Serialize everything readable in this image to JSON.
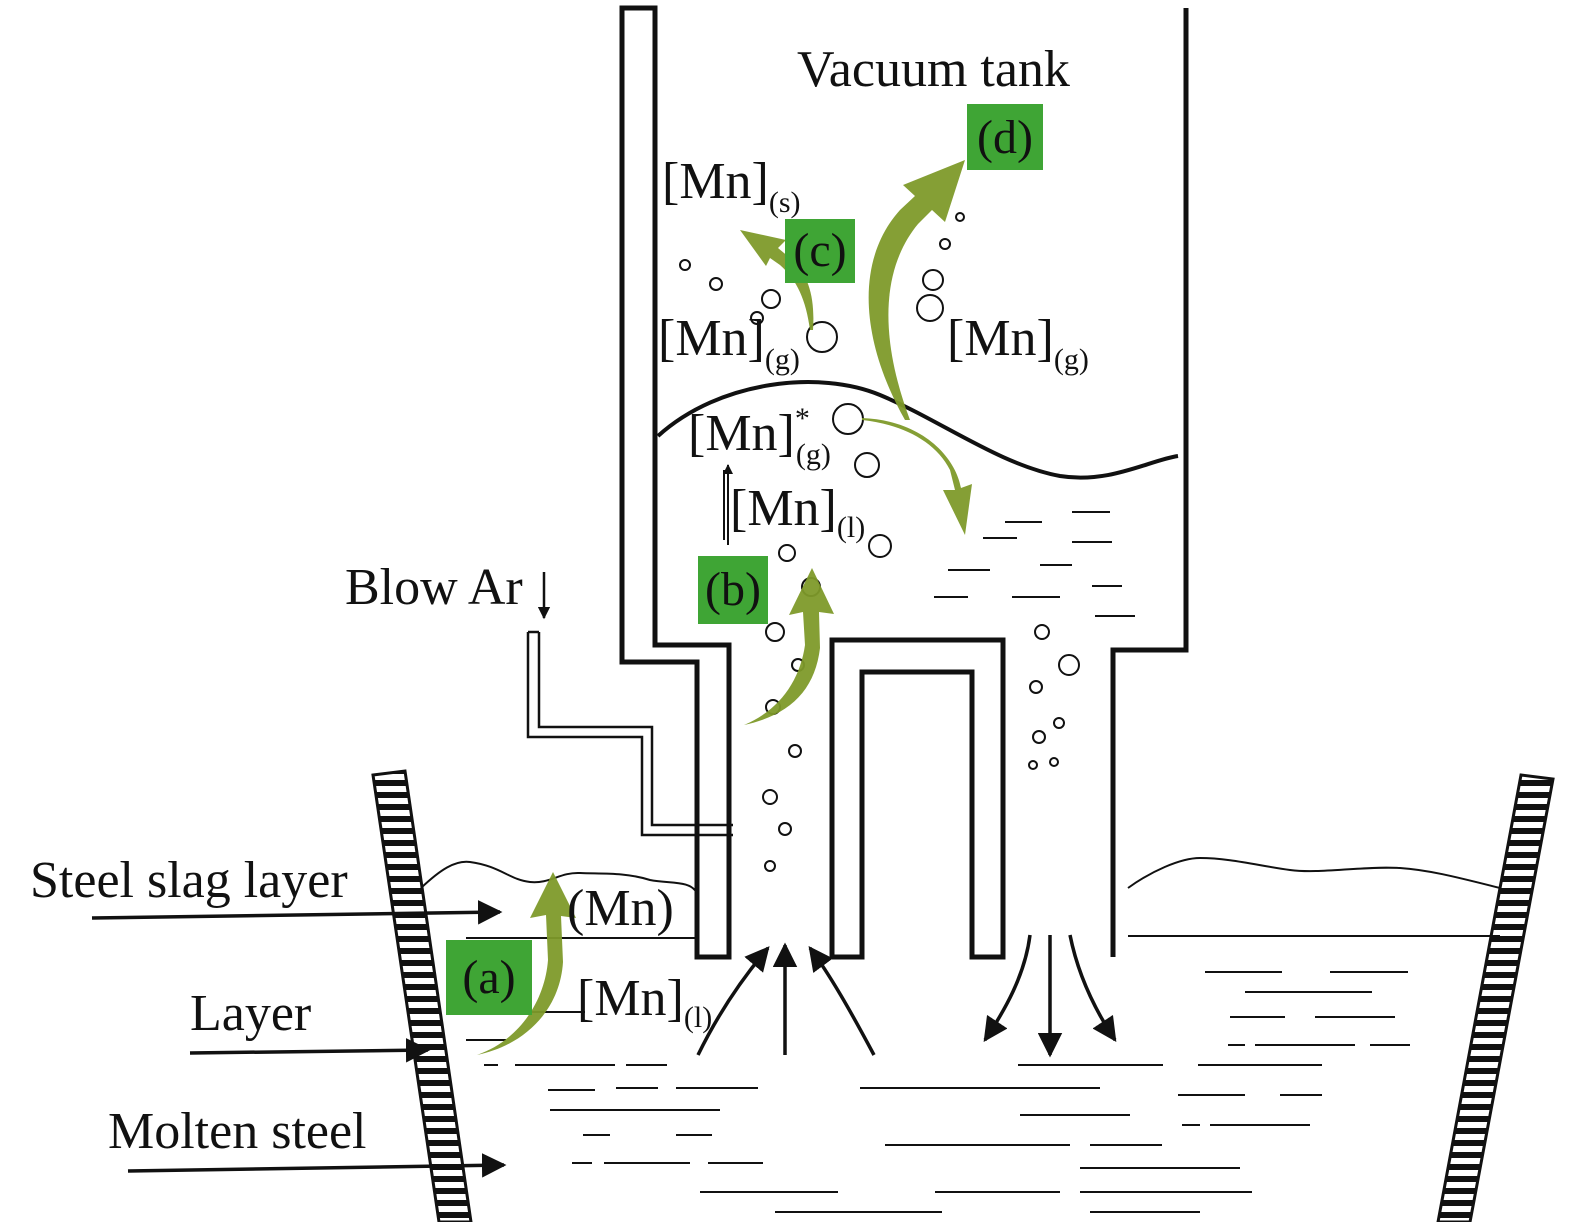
{
  "labels": {
    "vacuum_tank": "Vacuum tank",
    "blow_ar": "Blow Ar",
    "steel_slag_layer": "Steel slag layer",
    "layer": "Layer",
    "molten_steel": "Molten steel",
    "slag_mn": "(Mn)"
  },
  "species": {
    "mn_s": {
      "base": "[Mn]",
      "sub": "(s)"
    },
    "mn_g_left": {
      "base": "[Mn]",
      "sub": "(g)"
    },
    "mn_g_right": {
      "base": "[Mn]",
      "sub": "(g)"
    },
    "mn_g_star": {
      "base": "[Mn]",
      "sup": "*",
      "sub": "(g)"
    },
    "mn_l_upper": {
      "base": "[Mn]",
      "sub": "(l)"
    },
    "mn_l_lower": {
      "base": "[Mn]",
      "sub": "(l)"
    }
  },
  "steps": {
    "a": "(a)",
    "b": "(b)",
    "c": "(c)",
    "d": "(d)"
  },
  "colors": {
    "step_box": "#3fa535",
    "arrow_green": "#7e9a2a",
    "line": "#111111"
  }
}
